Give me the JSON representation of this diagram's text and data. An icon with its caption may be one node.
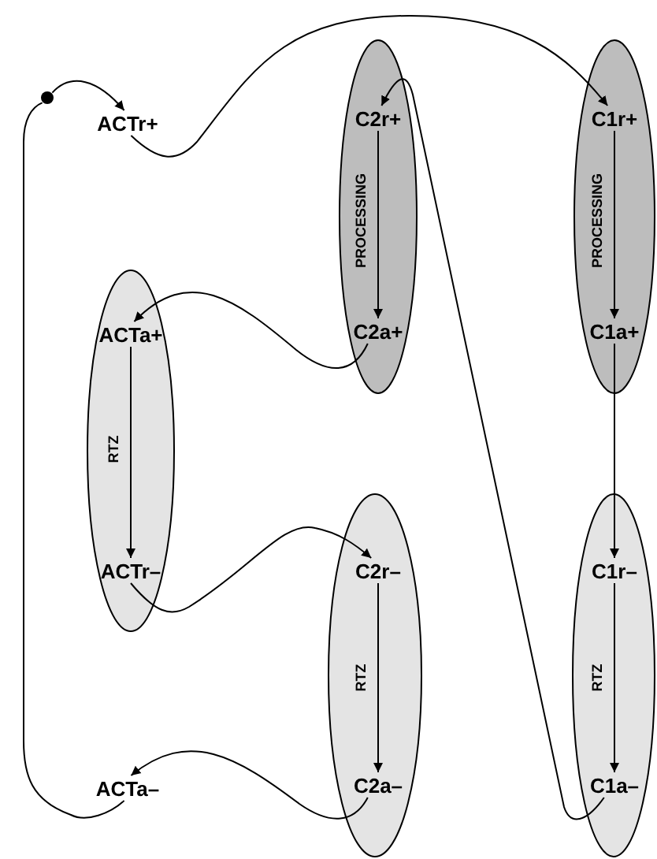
{
  "diagram": {
    "nodes": [
      {
        "text": [],
        "shape": "circle"
      },
      {
        "text": [
          "ACTr+"
        ]
      },
      {
        "text": [],
        "shape": "ellipse"
      },
      {
        "text": [
          "C2r+"
        ],
        "in": 2
      },
      {
        "text": [
          "C2a+"
        ],
        "in": 2
      },
      {
        "text": [],
        "shape": "ellipse"
      },
      {
        "text": [
          "C1r+"
        ],
        "in": 5
      },
      {
        "text": [
          "C1a+"
        ],
        "in": 5
      },
      {
        "text": [],
        "shape": "ellipse"
      },
      {
        "text": [
          "ACTa+"
        ],
        "in": 8
      },
      {
        "text": [
          "ACTr–"
        ],
        "in": 8
      },
      {
        "text": [],
        "shape": "ellipse"
      },
      {
        "text": [
          "C2r–"
        ],
        "in": 11
      },
      {
        "text": [
          "C2a–"
        ],
        "in": 11
      },
      {
        "text": [],
        "shape": "ellipse"
      },
      {
        "text": [
          "C1r–"
        ],
        "in": 14
      },
      {
        "text": [
          "C1a–"
        ],
        "in": 14
      },
      {
        "text": [
          "ACTa–"
        ]
      }
    ],
    "edges": [
      {
        "from": 0,
        "to": 1,
        "arrow": "to"
      },
      {
        "from": 1,
        "to": 6,
        "arrow": "to"
      },
      {
        "from": 6,
        "to": 7,
        "arrow": "to",
        "label": "PROCESSING"
      },
      {
        "from": 7,
        "to": 15,
        "arrow": "to"
      },
      {
        "from": 15,
        "to": 16,
        "arrow": "to",
        "label": "RTZ"
      },
      {
        "from": 16,
        "to": 3,
        "arrow": "to"
      },
      {
        "from": 3,
        "to": 4,
        "arrow": "to",
        "label": "PROCESSING"
      },
      {
        "from": 4,
        "to": 9,
        "arrow": "to"
      },
      {
        "from": 9,
        "to": 10,
        "arrow": "to",
        "label": "RTZ"
      },
      {
        "from": 10,
        "to": 12,
        "arrow": "to"
      },
      {
        "from": 12,
        "to": 13,
        "arrow": "to",
        "label": "RTZ"
      },
      {
        "from": 13,
        "to": 17,
        "arrow": "to"
      },
      {
        "from": 17,
        "to": 0,
        "arrow": "none"
      }
    ]
  }
}
